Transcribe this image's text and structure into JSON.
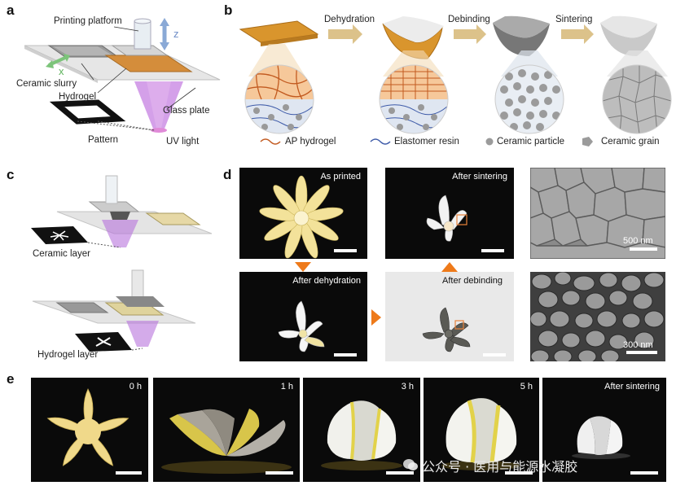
{
  "panels": {
    "a": "a",
    "b": "b",
    "c": "c",
    "d": "d",
    "e": "e"
  },
  "panel_a": {
    "printing_platform": "Printing platform",
    "z_axis": "z",
    "x_axis": "x",
    "ceramic_slurry": "Ceramic slurry",
    "hydrogel": "Hydrogel",
    "glass_plate": "Glass plate",
    "pattern": "Pattern",
    "uv_light": "UV light"
  },
  "panel_b": {
    "dehydration": "Dehydration",
    "debinding": "Debinding",
    "sintering": "Sintering",
    "legend": {
      "ap_hydrogel": "AP hydrogel",
      "elastomer_resin": "Elastomer resin",
      "ceramic_particle": "Ceramic particle",
      "ceramic_grain": "Ceramic grain"
    }
  },
  "panel_c": {
    "ceramic_layer": "Ceramic layer",
    "hydrogel_layer": "Hydrogel layer"
  },
  "panel_d": {
    "as_printed": "As printed",
    "after_sintering": "After sintering",
    "after_dehydration": "After dehydration",
    "after_debinding": "After debinding",
    "scale_500": "500 nm",
    "scale_300": "300 nm"
  },
  "panel_e": {
    "t0": "0 h",
    "t1": "1 h",
    "t3": "3 h",
    "t5": "5 h",
    "after_sintering": "After sintering"
  },
  "watermark": "公众号 · 医用与能源水凝胶",
  "colors": {
    "arrow_tan": "#dcc28a",
    "arrow_orange": "#ee7a1a",
    "hydrogel_orange": "#d98a2c",
    "resin_blue": "#3d5aa8",
    "uv_purple": "#b05ad6",
    "petal_yellow": "#f3e29a"
  }
}
